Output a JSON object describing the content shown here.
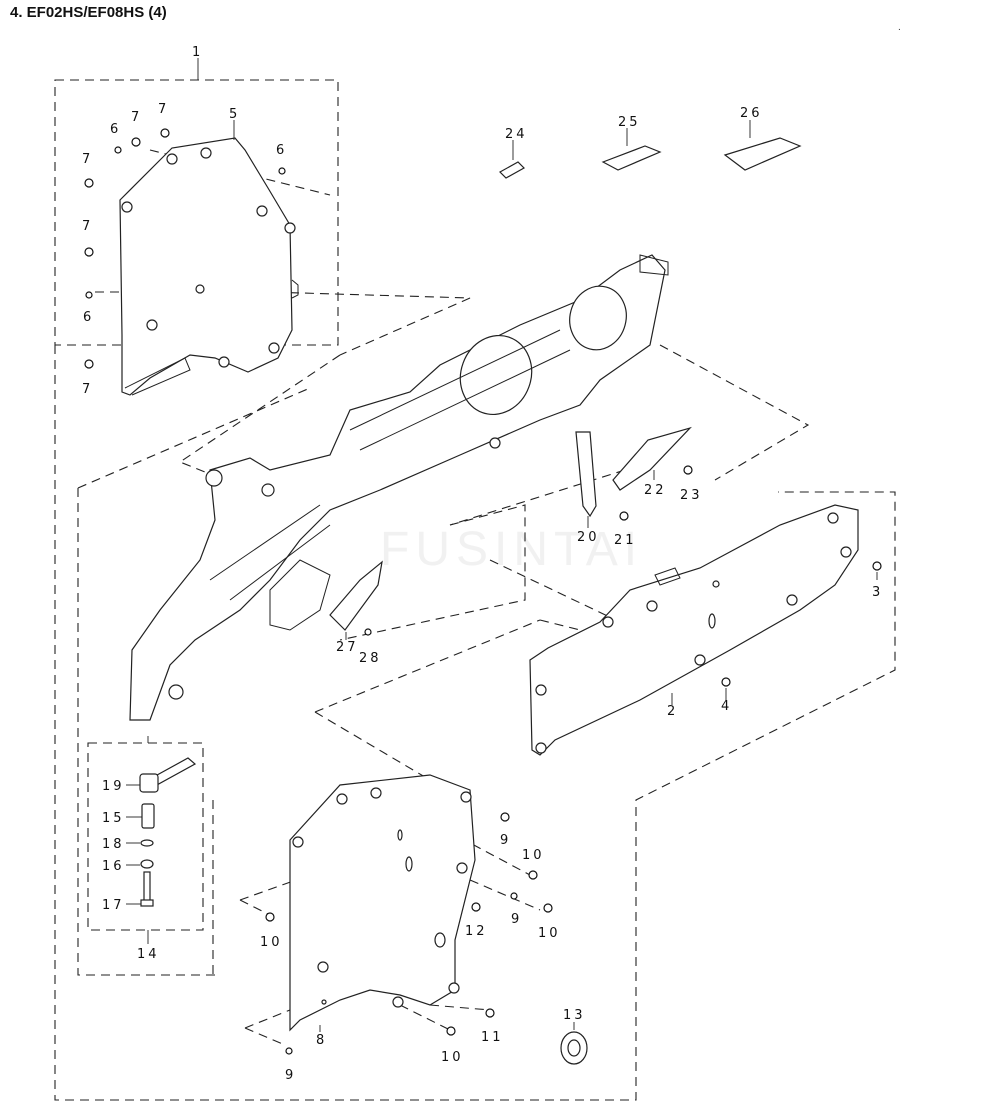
{
  "title": "4.  EF02HS/EF08HS (4)",
  "corner_mark": ".",
  "watermark": "FUSINTAI",
  "callouts": [
    "1",
    "2",
    "3",
    "4",
    "5",
    "6",
    "7",
    "8",
    "9",
    "10",
    "11",
    "12",
    "13",
    "14",
    "15",
    "16",
    "17",
    "18",
    "19",
    "20",
    "21",
    "22",
    "23",
    "24",
    "25",
    "26",
    "27",
    "28"
  ]
}
